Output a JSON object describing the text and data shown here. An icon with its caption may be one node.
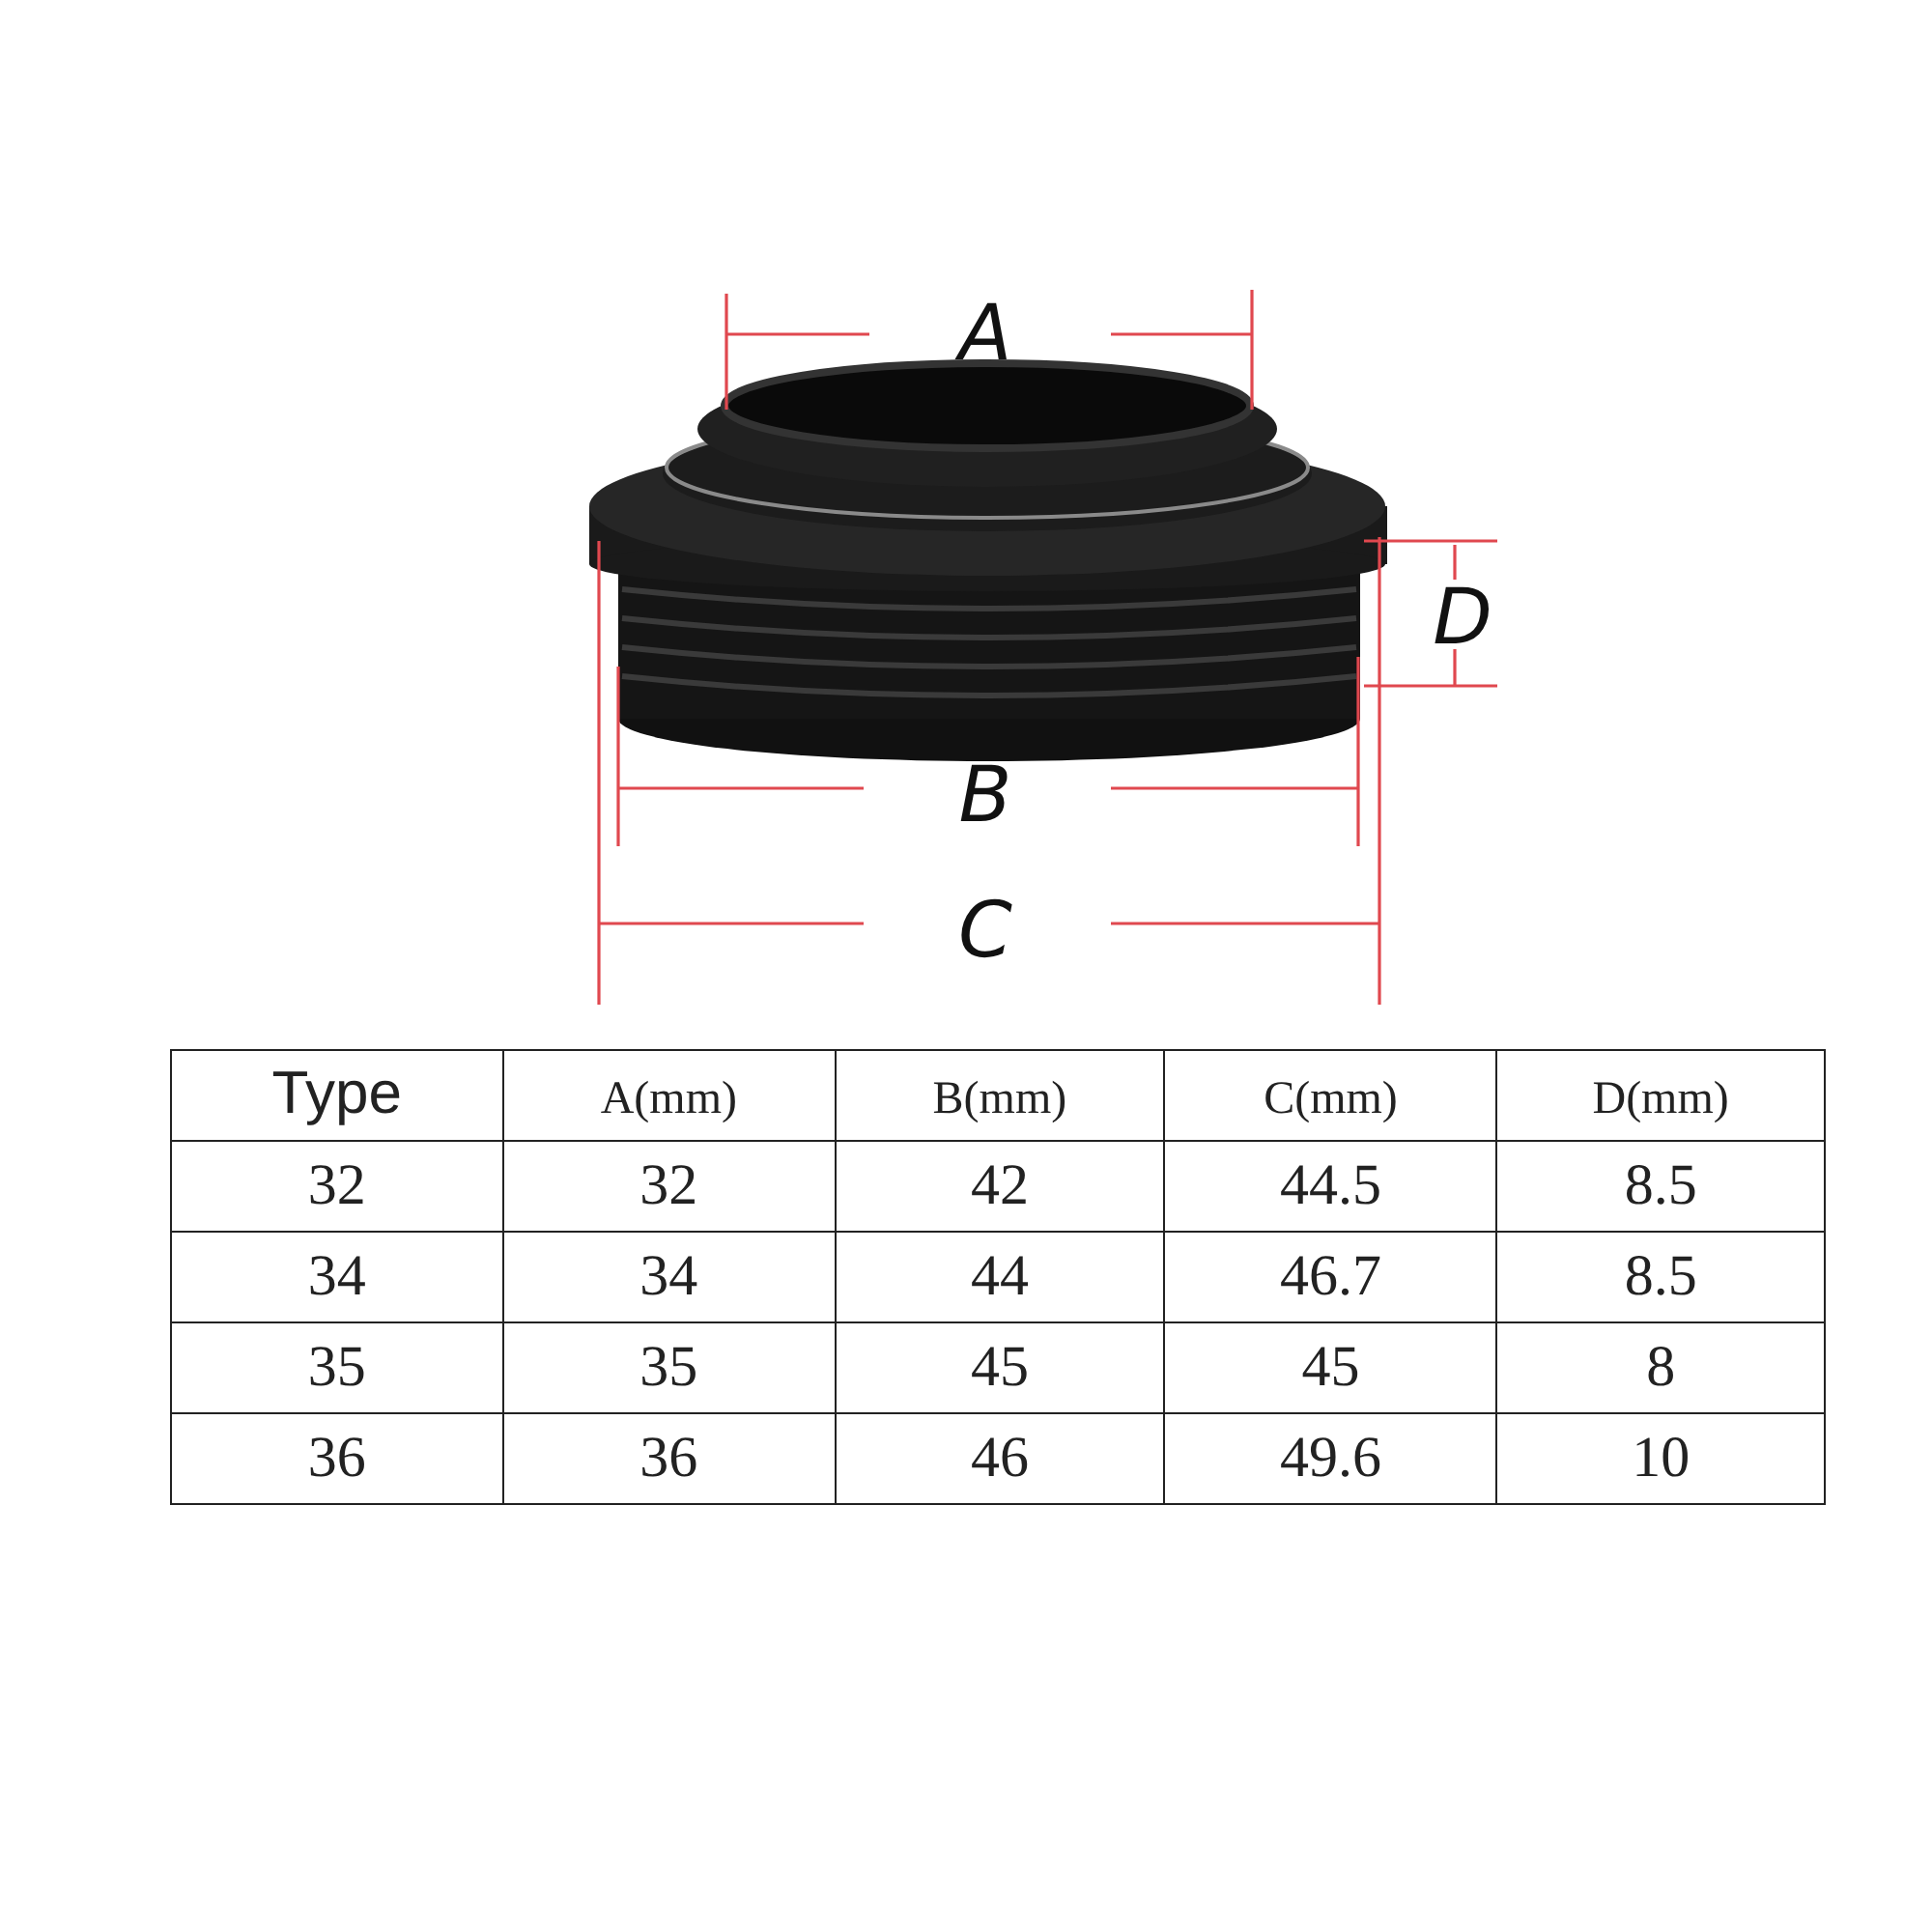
{
  "diagram": {
    "labels": [
      "A",
      "D",
      "B",
      "C",
      "Type",
      "A(mm)",
      "B(mm)",
      "C(mm)",
      "D(mm)",
      "32",
      "32",
      "42",
      "44.5",
      "8.5",
      "34",
      "34",
      "44",
      "46.7",
      "8.5",
      "35",
      "35",
      "45",
      "45",
      "8",
      "36",
      "36",
      "46",
      "49.6",
      "10"
    ]
  }
}
